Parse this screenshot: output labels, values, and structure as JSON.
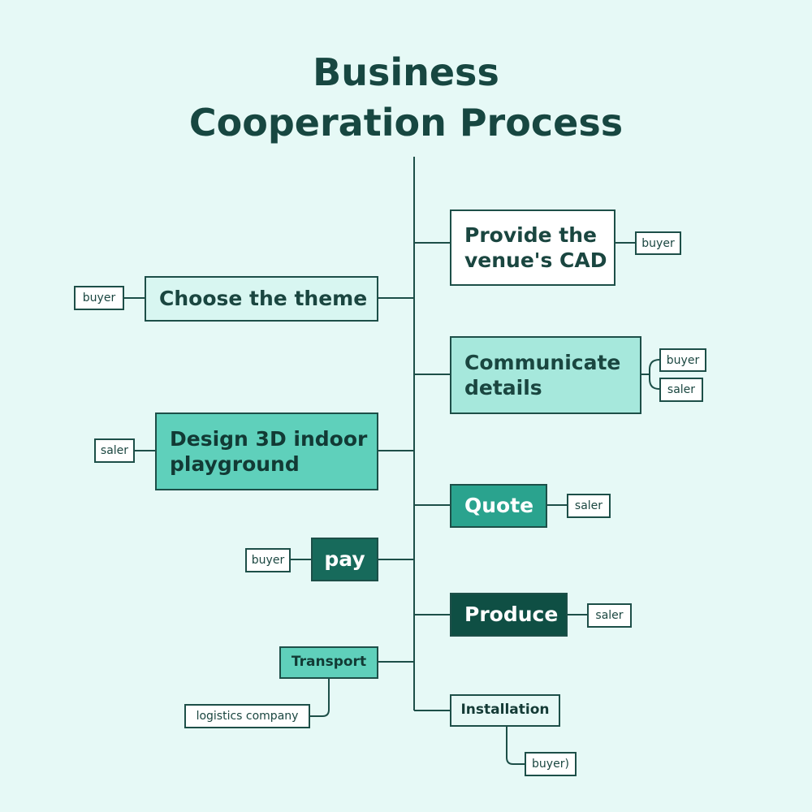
{
  "title": {
    "line1": "Business",
    "line2": "Cooperation Process"
  },
  "steps": [
    {
      "label_lines": [
        "Provide the",
        "venue's CAD"
      ],
      "side": "right",
      "roles": [
        "buyer"
      ],
      "fill": "#ffffff"
    },
    {
      "label_lines": [
        "Choose the theme"
      ],
      "side": "left",
      "roles": [
        "buyer"
      ],
      "fill": "#d8f6f1"
    },
    {
      "label_lines": [
        "Communicate",
        "details"
      ],
      "side": "right",
      "roles": [
        "buyer",
        "saler"
      ],
      "fill": "#a6e8dc"
    },
    {
      "label_lines": [
        "Design 3D indoor",
        "playground"
      ],
      "side": "left",
      "roles": [
        "saler"
      ],
      "fill": "#5fd0bb"
    },
    {
      "label_lines": [
        "Quote"
      ],
      "side": "right",
      "roles": [
        "saler"
      ],
      "fill": "#2aa38e"
    },
    {
      "label_lines": [
        "pay"
      ],
      "side": "left",
      "roles": [
        "buyer"
      ],
      "fill": "#176a5b"
    },
    {
      "label_lines": [
        "Produce"
      ],
      "side": "right",
      "roles": [
        "saler"
      ],
      "fill": "#0f4f44"
    },
    {
      "label_lines": [
        "Transport"
      ],
      "side": "left",
      "roles": [
        "logistics company"
      ],
      "fill": "#5fd0bb"
    },
    {
      "label_lines": [
        "Installation"
      ],
      "side": "right",
      "roles": [
        "buyer)"
      ],
      "fill": "#e6f9f6"
    }
  ]
}
